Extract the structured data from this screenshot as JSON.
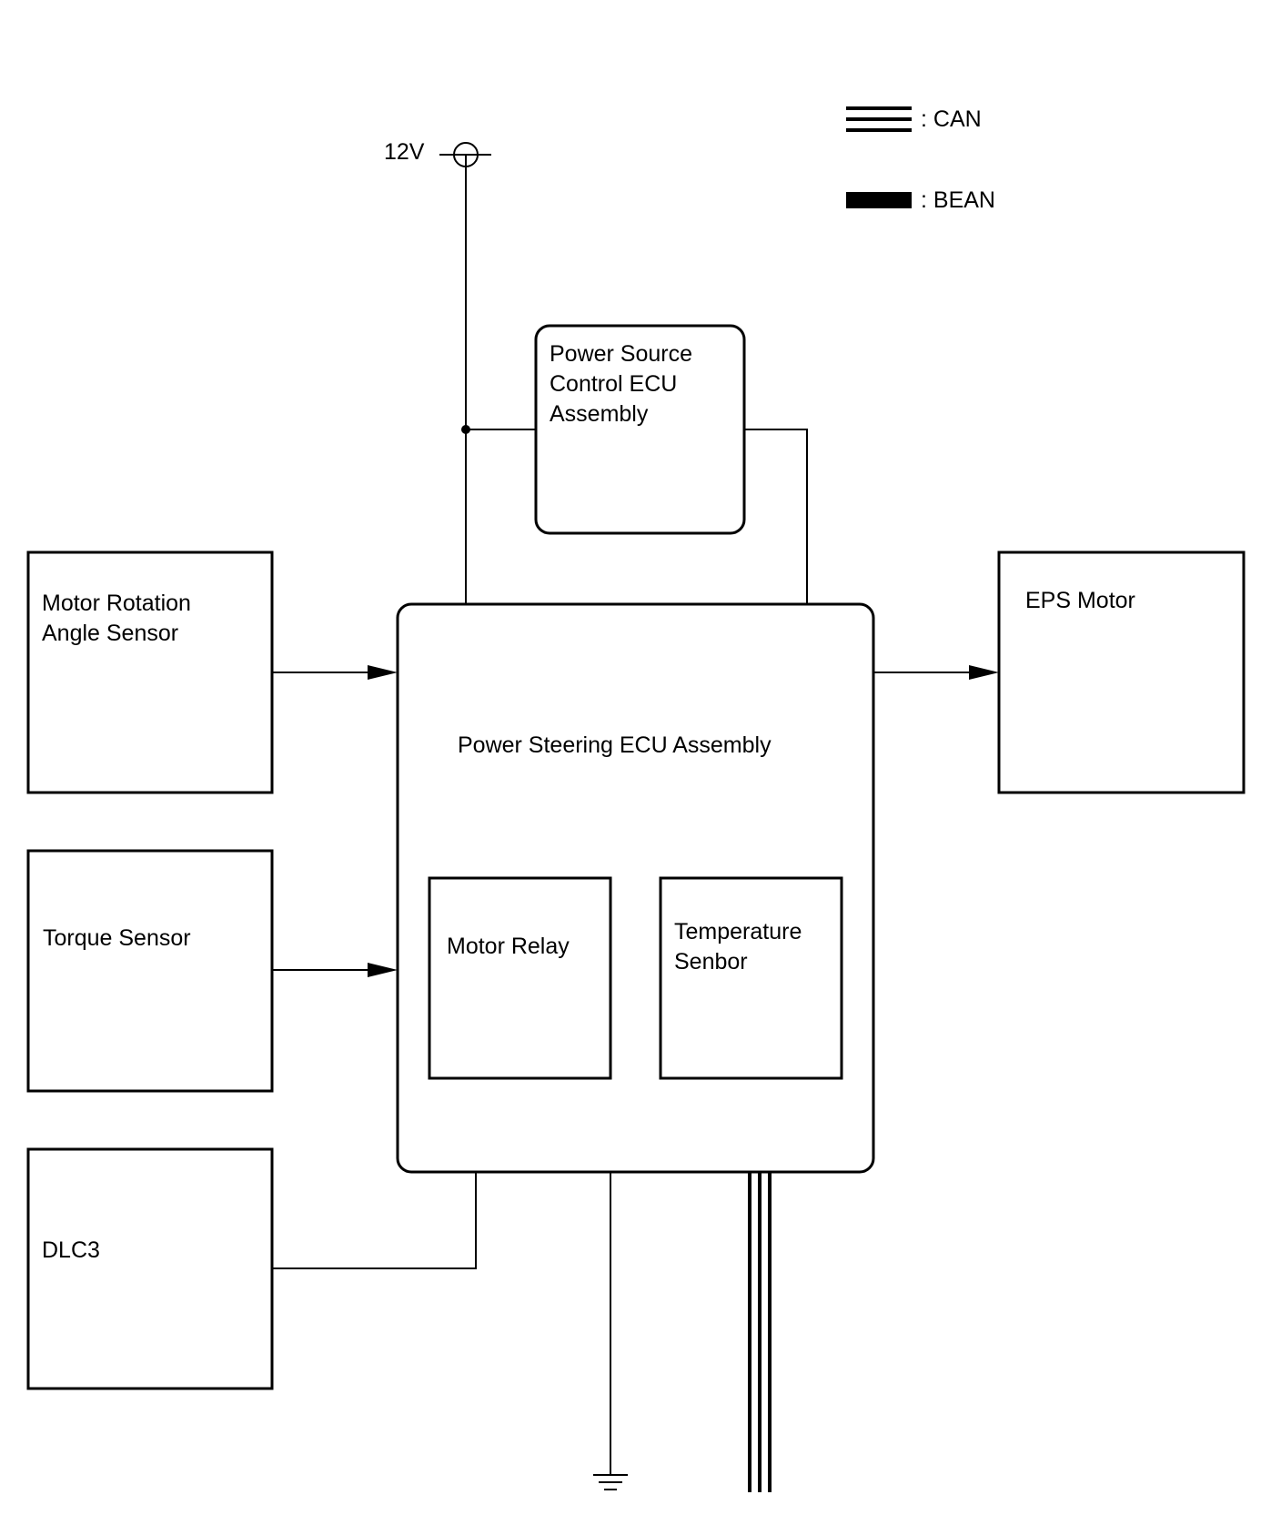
{
  "legend": {
    "can": {
      "label": ":  CAN"
    },
    "bean": {
      "label": ":  BEAN"
    }
  },
  "power": {
    "voltage": "12V"
  },
  "blocks": {
    "power_source_ecu": {
      "lines": [
        "Power Source",
        "Control ECU",
        "Assembly"
      ]
    },
    "motor_rotation_sensor": {
      "lines": [
        "Motor Rotation",
        "Angle Sensor"
      ]
    },
    "power_steering_ecu": {
      "label": "Power Steering ECU Assembly"
    },
    "eps_motor": {
      "label": "EPS Motor"
    },
    "torque_sensor": {
      "label": "Torque Sensor"
    },
    "motor_relay": {
      "label": "Motor Relay"
    },
    "temperature_sensor": {
      "lines": [
        "Temperature",
        "Senbor"
      ]
    },
    "dlc3": {
      "label": "DLC3"
    }
  }
}
